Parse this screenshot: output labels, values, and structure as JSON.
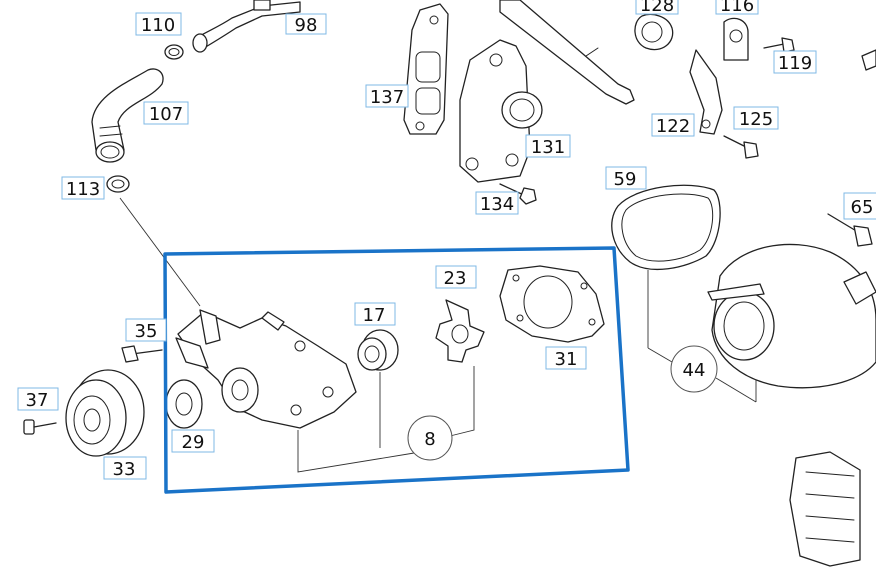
{
  "diagram": {
    "callouts": [
      {
        "id": "c110",
        "text": "110"
      },
      {
        "id": "c98",
        "text": "98"
      },
      {
        "id": "c107",
        "text": "107"
      },
      {
        "id": "c113",
        "text": "113"
      },
      {
        "id": "c137",
        "text": "137"
      },
      {
        "id": "c131",
        "text": "131"
      },
      {
        "id": "c134",
        "text": "134"
      },
      {
        "id": "c128",
        "text": "128"
      },
      {
        "id": "c116",
        "text": "116"
      },
      {
        "id": "c119",
        "text": "119"
      },
      {
        "id": "c122",
        "text": "122"
      },
      {
        "id": "c125",
        "text": "125"
      },
      {
        "id": "c59",
        "text": "59"
      },
      {
        "id": "c65",
        "text": "65"
      },
      {
        "id": "c44",
        "text": "44"
      },
      {
        "id": "c35",
        "text": "35"
      },
      {
        "id": "c37",
        "text": "37"
      },
      {
        "id": "c33",
        "text": "33"
      },
      {
        "id": "c29",
        "text": "29"
      },
      {
        "id": "c17",
        "text": "17"
      },
      {
        "id": "c23",
        "text": "23"
      },
      {
        "id": "c31",
        "text": "31"
      },
      {
        "id": "c8",
        "text": "8"
      }
    ],
    "selection_color": "#1a73c8",
    "label_border_color": "#7fb8e6"
  }
}
